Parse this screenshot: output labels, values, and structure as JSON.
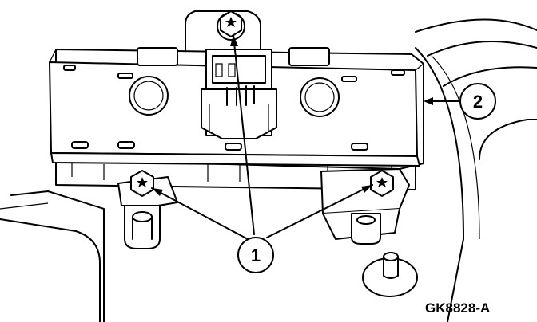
{
  "diagram": {
    "callouts": [
      {
        "id": "1",
        "label": "1"
      },
      {
        "id": "2",
        "label": "2"
      }
    ],
    "figure_code": "GK8828-A",
    "colors": {
      "ink": "#000000",
      "paper": "#ffffff"
    }
  }
}
